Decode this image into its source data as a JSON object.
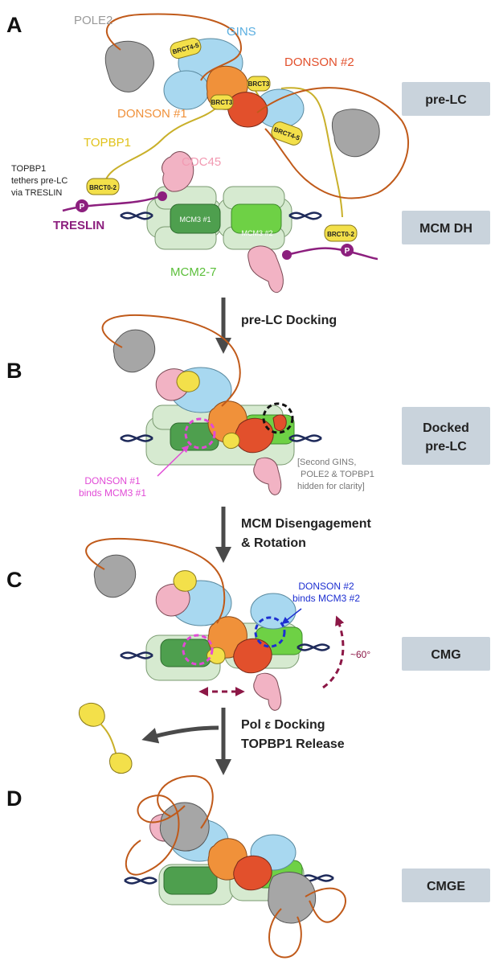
{
  "panels": [
    "A",
    "B",
    "C",
    "D"
  ],
  "colors": {
    "pole2": "#a6a6a6",
    "gins": "#a8d8f0",
    "donson1": "#f0913a",
    "donson2": "#e2502c",
    "topbp1": "#f3e04a",
    "cdc45": "#f2b3c4",
    "treslin": "#8c1f7e",
    "mcm3_1": "#4e9f4e",
    "mcm3_2": "#6ed145",
    "mcm_body": "#d6ead0",
    "label_magenta": "#e14ad6",
    "label_blue": "#1d2fd1",
    "arrow_maroon": "#8c1746",
    "stage_box": "#c9d3dc"
  },
  "panel_a": {
    "labels": {
      "pole2": "POLE2",
      "gins": "GINS",
      "donson2": "DONSON #2",
      "donson1": "DONSON #1",
      "topbp1": "TOPBP1",
      "cdc45": "CDC45",
      "tethers_note": [
        "TOPBP1",
        "tethers pre-LC",
        "via TRESLIN"
      ],
      "treslin": "TRESLIN",
      "mcm3_1": "MCM3 #1",
      "mcm3_2": "MCM3 #2",
      "mcm2_7": "MCM2-7",
      "brct45_a": "BRCT4-5",
      "brct3_a": "BRCT3",
      "brct3_b": "BRCT3",
      "brct45_b": "BRCT4-5",
      "brct02_a": "BRCT0-2",
      "brct02_b": "BRCT0-2",
      "phospho": "P"
    }
  },
  "steps": {
    "s1": "pre-LC Docking",
    "s2": [
      "MCM Disengagement",
      "& Rotation"
    ],
    "s3": [
      "Pol ε Docking",
      "TOPBP1 Release"
    ]
  },
  "panel_b": {
    "donson1_binds": [
      "DONSON #1",
      "binds MCM3 #1"
    ],
    "hidden_note": [
      "[Second GINS,",
      "POLE2 & TOPBP1",
      "hidden for clarity]"
    ]
  },
  "panel_c": {
    "donson2_binds": [
      "DONSON #2",
      "binds MCM3 #2"
    ],
    "rotation": "~60°"
  },
  "stages": {
    "a1": "pre-LC",
    "a2": "MCM DH",
    "b": [
      "Docked",
      "pre-LC"
    ],
    "c": "CMG",
    "d": "CMGE"
  }
}
